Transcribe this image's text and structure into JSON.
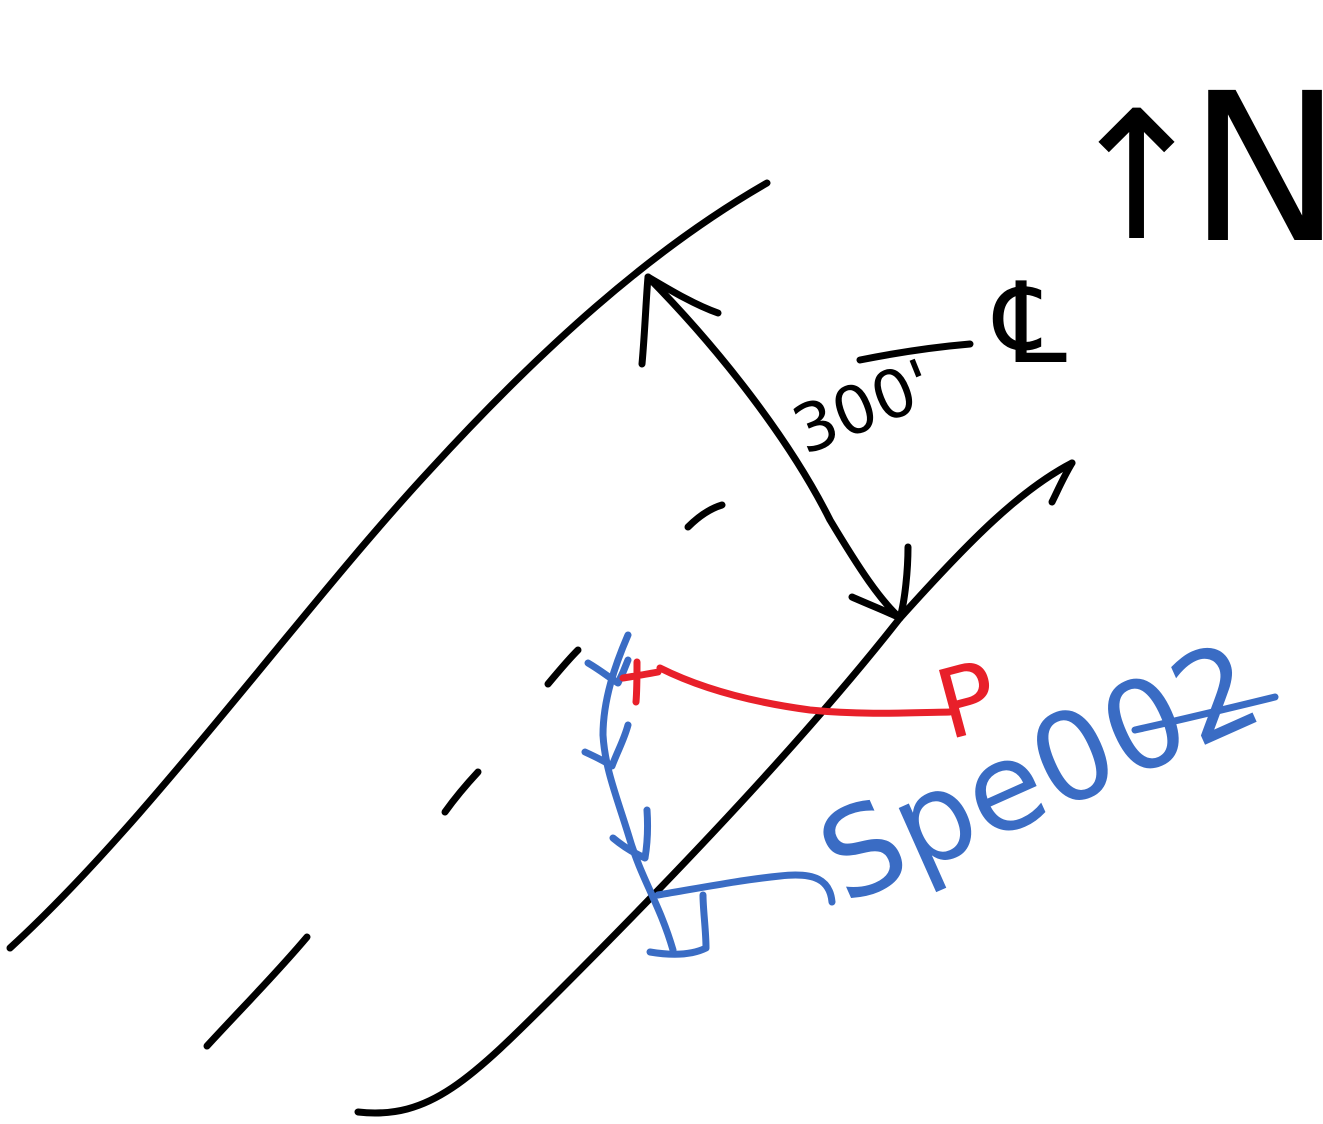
{
  "sketch": {
    "dimension_label": "300'",
    "centerline_symbol": "℄",
    "north_arrow_symbol": "↑",
    "north_label": "N",
    "pipe_label": "Spe002",
    "red_label": "P"
  },
  "colors": {
    "black_ink": "#000000",
    "blue_ink": "#3a6cc4",
    "red_ink": "#e8202a",
    "background": "#ffffff"
  }
}
